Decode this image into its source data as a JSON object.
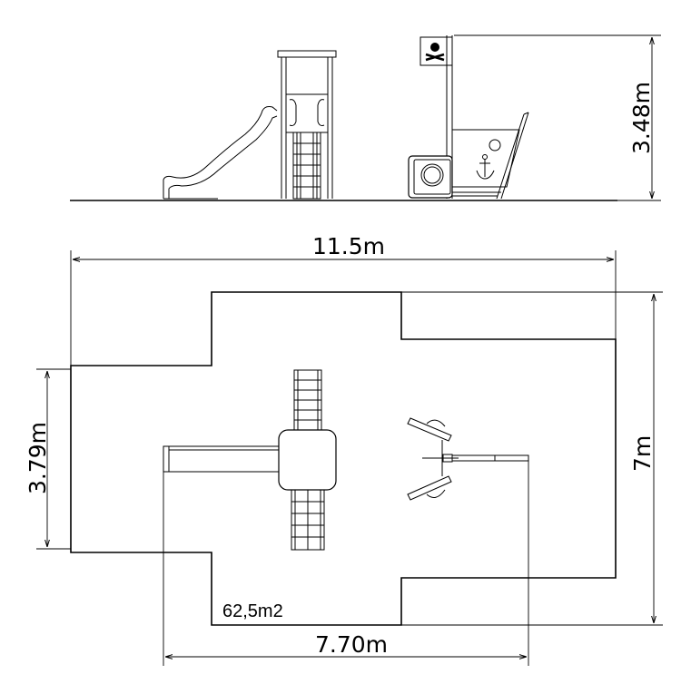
{
  "dimensions": {
    "height": "3.48m",
    "total_length": "11.5m",
    "total_width": "7m",
    "safety_width": "3.79m",
    "footprint_length": "7.70m"
  },
  "area_label": "62,5m2"
}
